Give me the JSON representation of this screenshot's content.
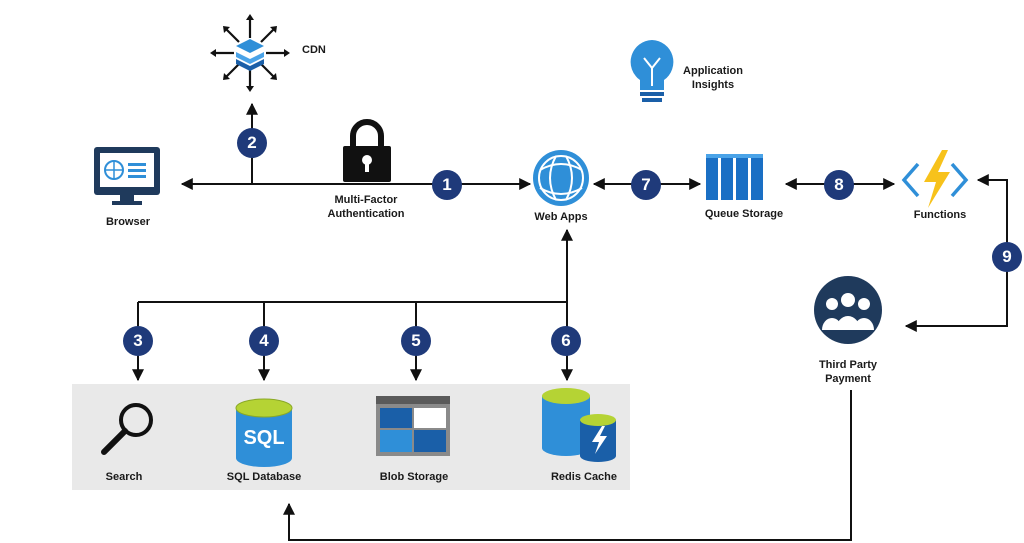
{
  "nodes": {
    "browser": "Browser",
    "cdn": "CDN",
    "mfa": "Multi-Factor Authentication",
    "mfa_line1": "Multi-Factor",
    "mfa_line2": "Authentication",
    "web_apps": "Web Apps",
    "queue_storage": "Queue Storage",
    "functions": "Functions",
    "app_insights_line1": "Application",
    "app_insights_line2": "Insights",
    "third_party_line1": "Third Party",
    "third_party_line2": "Payment",
    "search": "Search",
    "sql_database": "SQL Database",
    "sql_text": "SQL",
    "blob_storage": "Blob Storage",
    "redis_cache": "Redis Cache"
  },
  "steps": [
    "1",
    "2",
    "3",
    "4",
    "5",
    "6",
    "7",
    "8",
    "9"
  ],
  "colors": {
    "step_badge": "#1f3a7a",
    "azure_blue": "#2f8fd8",
    "azure_dark": "#1a5fa8",
    "sql_green": "#b5d334",
    "function_yellow": "#f7c21b",
    "data_tier_bg": "#e9e9e9",
    "connector": "#111111"
  },
  "icons": {
    "browser": "monitor-icon",
    "cdn": "cdn-icon",
    "mfa": "padlock-icon",
    "web_apps": "globe-icon",
    "queue_storage": "queue-icon",
    "functions": "lightning-icon",
    "app_insights": "lightbulb-icon",
    "third_party": "people-icon",
    "search": "magnifier-icon",
    "sql_database": "sql-database-icon",
    "blob_storage": "blob-storage-icon",
    "redis_cache": "redis-cache-icon"
  }
}
